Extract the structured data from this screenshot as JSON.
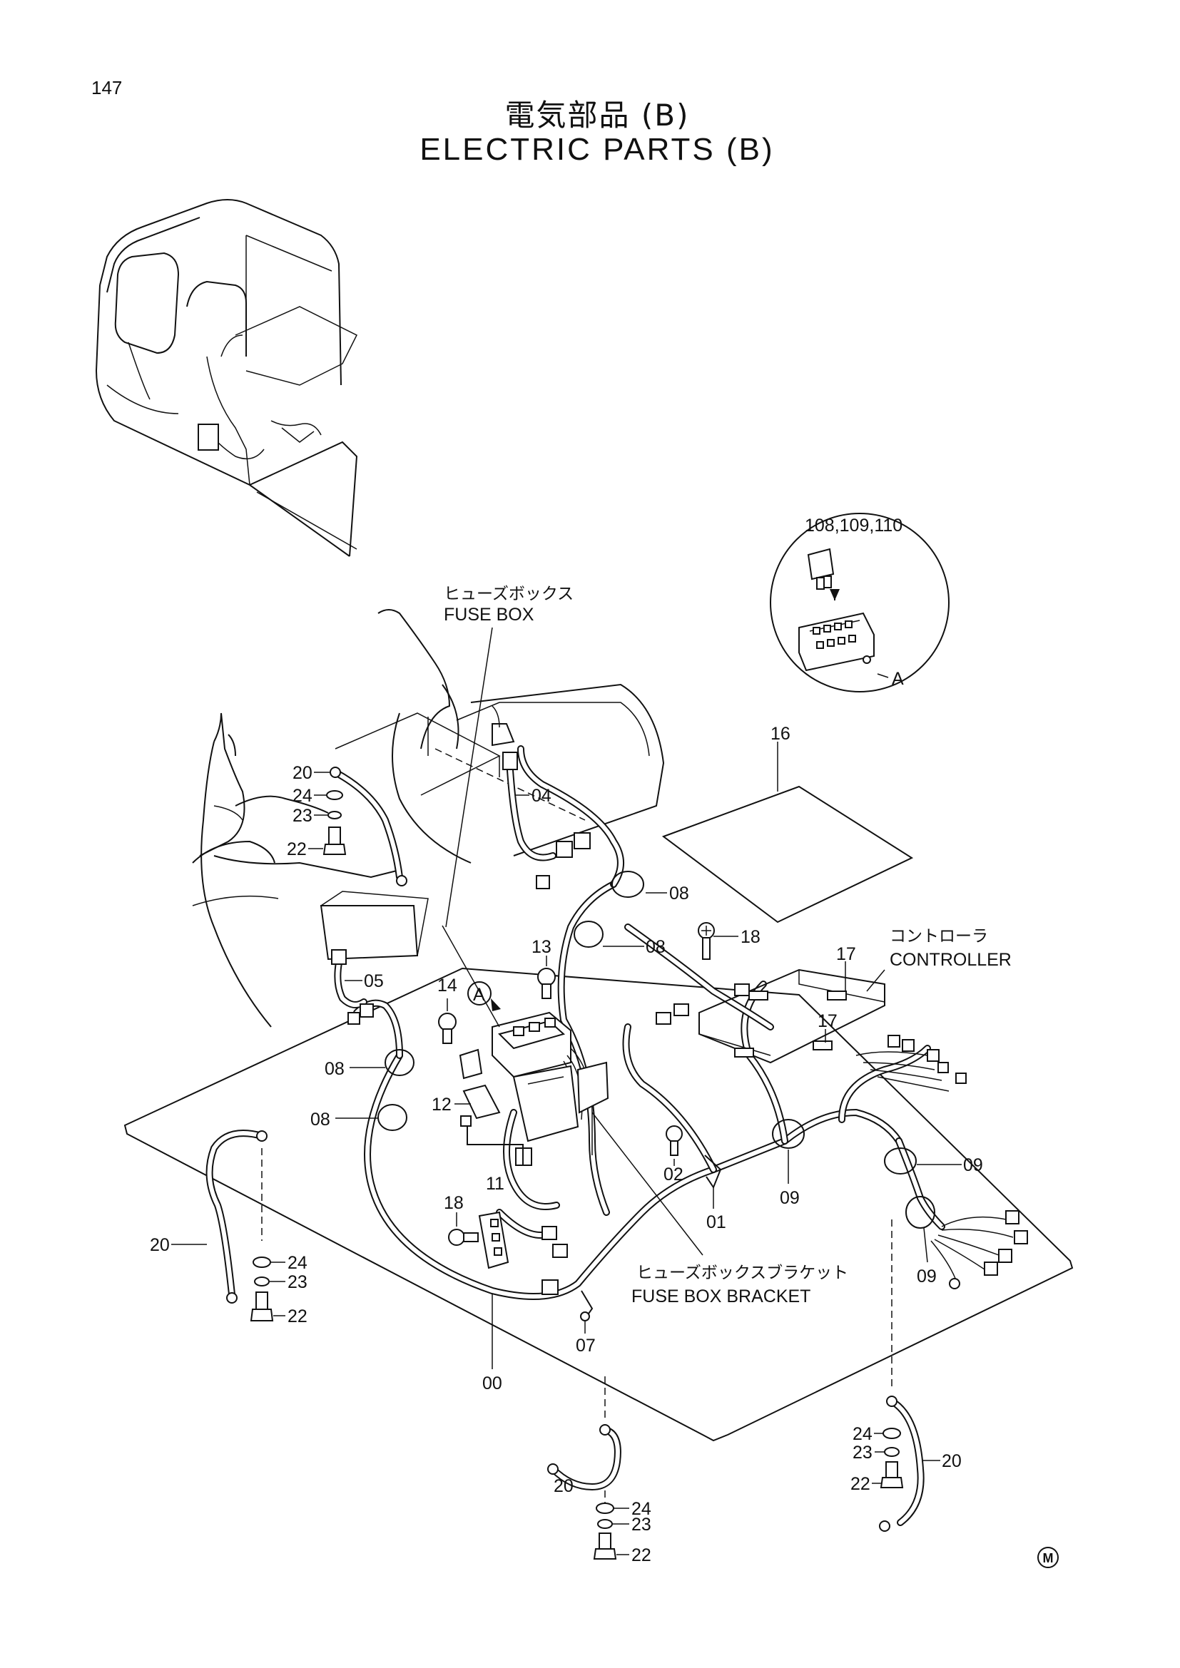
{
  "page": {
    "number": "147",
    "title_jp": "電気部品 (B)",
    "title_en": "ELECTRIC PARTS (B)"
  },
  "callouts": {
    "fuse_box_jp": "ヒューズボックス",
    "fuse_box_en": "FUSE BOX",
    "controller_jp": "コントローラ",
    "controller_en": "CONTROLLER",
    "fuse_box_bracket_jp": "ヒューズボックスブラケット",
    "fuse_box_bracket_en": "FUSE BOX BRACKET",
    "detail_fuses": "108,109,110",
    "detail_ref": "A"
  },
  "part_labels": {
    "p00": "00",
    "p01": "01",
    "p02": "02",
    "p04": "04",
    "p05": "05",
    "p07": "07",
    "p08": "08",
    "p09": "09",
    "p11": "11",
    "p12": "12",
    "p13": "13",
    "p14": "14",
    "p16": "16",
    "p17": "17",
    "p18": "18",
    "p20": "20",
    "p22": "22",
    "p23": "23",
    "p24": "24",
    "pA": "A"
  },
  "footer_mark": "M"
}
